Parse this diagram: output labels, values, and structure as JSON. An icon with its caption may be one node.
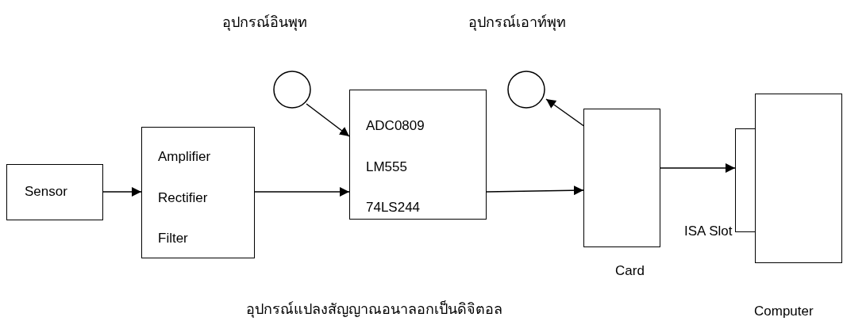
{
  "diagram": {
    "nodes": [
      {
        "text": [
          "Sensor"
        ]
      },
      {
        "text": [
          "Amplifier",
          "Rectifier",
          "Filter"
        ]
      },
      {
        "text": [
          "ADC0809",
          "LM555",
          "74LS244"
        ]
      },
      {
        "text": [],
        "shape": "circle",
        "beside": [
          "อุปกรณ์อินพุท"
        ]
      },
      {
        "text": [],
        "shape": "circle",
        "beside": [
          "อุปกรณ์เอาท์พุท"
        ]
      },
      {
        "text": [],
        "shape": "box",
        "beside": [
          "Card"
        ]
      },
      {
        "text": [],
        "shape": "bar",
        "beside": [
          "ISA Slot"
        ]
      },
      {
        "text": [],
        "shape": "box",
        "beside": [
          "Computer"
        ]
      }
    ],
    "edges": [
      {
        "from": 0,
        "to": 1,
        "arrow": "to"
      },
      {
        "from": 1,
        "to": 2,
        "arrow": "to"
      },
      {
        "from": 3,
        "to": 2,
        "arrow": "to"
      },
      {
        "from": 2,
        "to": 5,
        "arrow": "to"
      },
      {
        "from": 5,
        "to": 4,
        "arrow": "to"
      },
      {
        "from": 5,
        "to": 6,
        "arrow": "to"
      }
    ],
    "labels": [
      "อุปกรณ์แปลงสัญญาณอนาลอกเป็นดิจิตอล"
    ]
  }
}
